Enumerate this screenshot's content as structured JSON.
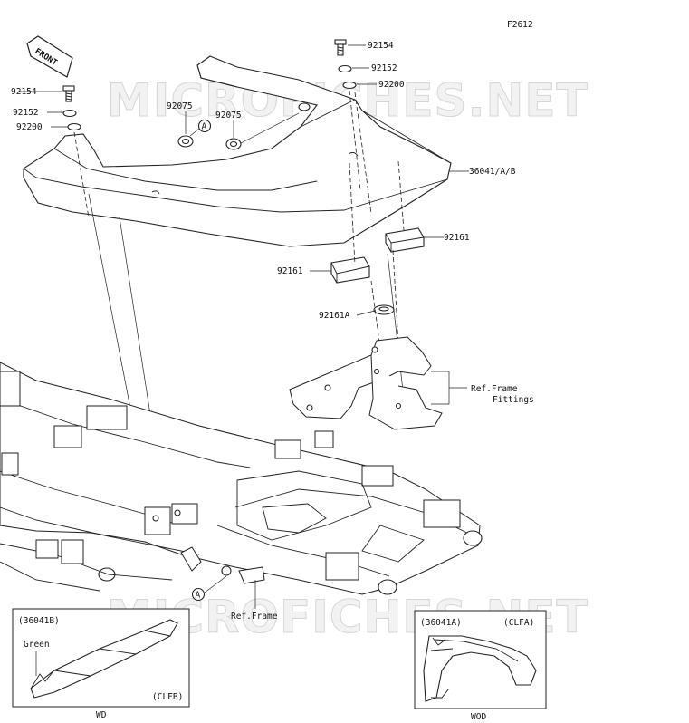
{
  "figure_id": "F2612",
  "watermark": "MICROFICHES.NET",
  "front_arrow_label": "FRONT",
  "ref_marker": "A",
  "parts": {
    "bolt_left": "92154",
    "washer_left": "92152",
    "damper_left": "92200",
    "grommet_1": "92075",
    "grommet_2": "92075",
    "bolt_right": "92154",
    "washer_right": "92152",
    "damper_right": "92200",
    "cover": "36041/A/B",
    "pad_right": "92161",
    "pad_left": "92161",
    "pad_round": "92161A"
  },
  "ref_frame_fittings": "Ref.Frame\n   Fittings",
  "ref_frame_fittings_line1": "Ref.Frame",
  "ref_frame_fittings_line2": "Fittings",
  "ref_frame": "Ref.Frame",
  "inset_left": {
    "code": "(36041B)",
    "color": "Green",
    "tag": "(CLFB)",
    "caption": "WD"
  },
  "inset_right": {
    "code": "(36041A)",
    "tag": "(CLFA)",
    "caption": "WOD"
  }
}
